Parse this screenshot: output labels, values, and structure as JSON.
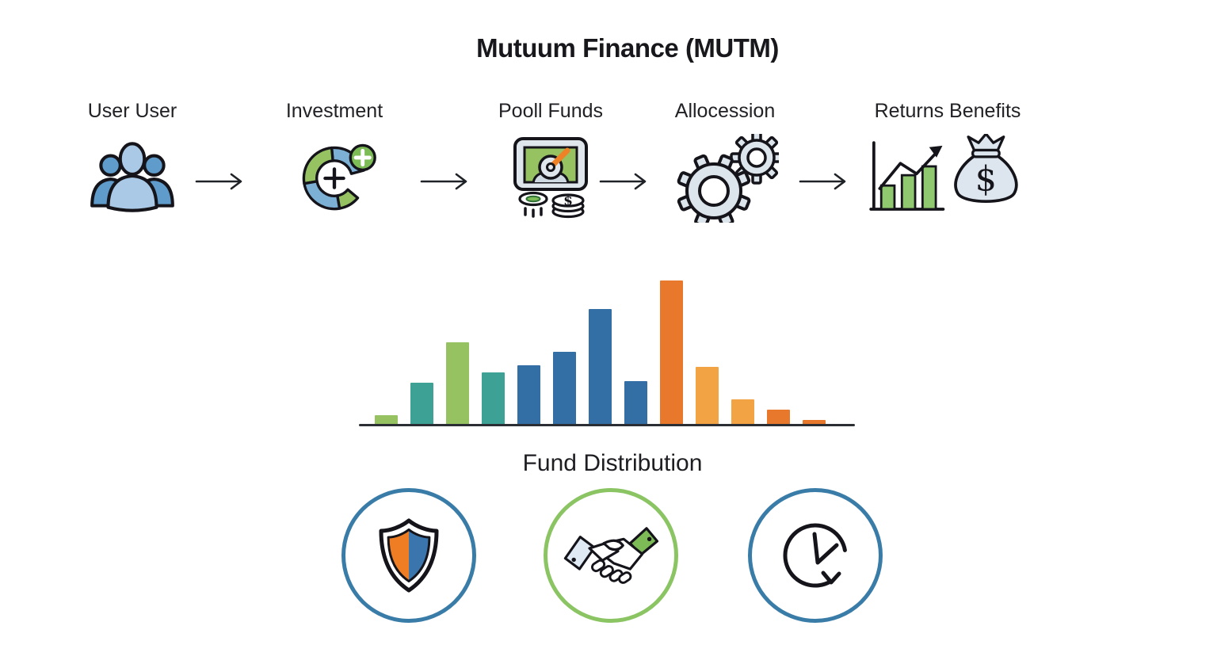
{
  "title": "Mutuum Finance (MUTM)",
  "flow": {
    "steps": [
      {
        "label": "User User",
        "icon": "users-icon"
      },
      {
        "label": "Investment",
        "icon": "investment-donut-icon"
      },
      {
        "label": "Pooll Funds",
        "icon": "pool-funds-icon"
      },
      {
        "label": "Allocession",
        "icon": "gears-icon"
      },
      {
        "label": "Returns Benefits",
        "icon": "growth-chart-money-bag-icon"
      }
    ],
    "arrow_icon": "right-arrow-icon"
  },
  "chart_data": {
    "type": "bar",
    "title": "Fund Distribution",
    "xlabel": "",
    "ylabel": "",
    "ylim": [
      0,
      100
    ],
    "grid": false,
    "legend": false,
    "axes": "baseline-only",
    "values": [
      6,
      29,
      57,
      36,
      41,
      50,
      80,
      30,
      100,
      40,
      17,
      10,
      3
    ],
    "colors": [
      "#96c262",
      "#3da295",
      "#96c262",
      "#3da295",
      "#336fa5",
      "#336fa5",
      "#336fa5",
      "#336fa5",
      "#e8792c",
      "#f2a344",
      "#f2a344",
      "#e8792c",
      "#e8792c"
    ]
  },
  "features": [
    {
      "icon": "shield-icon",
      "ring_color": "#3a7ca8"
    },
    {
      "icon": "handshake-icon",
      "ring_color": "#8bc462"
    },
    {
      "icon": "clock-icon",
      "ring_color": "#3a7ca8"
    }
  ],
  "icon_palette": {
    "outline": "#14141a",
    "light_blue": "#a9c9e6",
    "mid_blue": "#5f9ccb",
    "steel": "#dfe6ec",
    "green": "#7dbb57",
    "light_green": "#96c262",
    "orange": "#ef7d23",
    "shield_blue": "#3a76ad"
  }
}
